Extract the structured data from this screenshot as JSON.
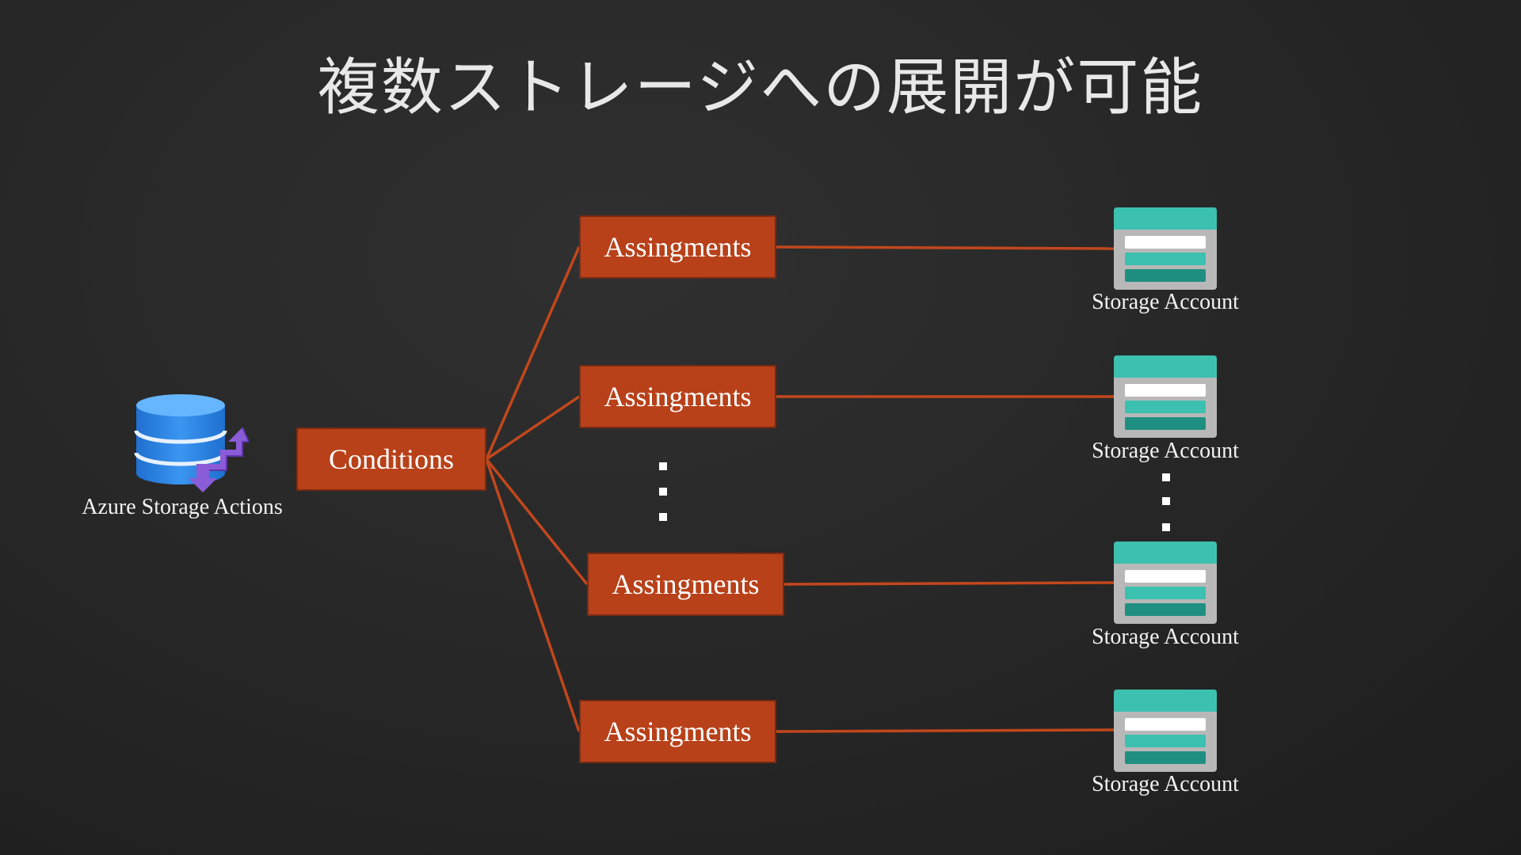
{
  "title": "複数ストレージへの展開が可能",
  "source": {
    "label": "Azure Storage Actions",
    "icon": "azure-storage-actions-icon"
  },
  "conditions": {
    "label": "Conditions"
  },
  "assignments": [
    {
      "label": "Assingments"
    },
    {
      "label": "Assingments"
    },
    {
      "label": "Assingments"
    },
    {
      "label": "Assingments"
    }
  ],
  "storage_accounts": [
    {
      "label": "Storage Account",
      "icon": "storage-account-icon"
    },
    {
      "label": "Storage Account",
      "icon": "storage-account-icon"
    },
    {
      "label": "Storage Account",
      "icon": "storage-account-icon"
    },
    {
      "label": "Storage Account",
      "icon": "storage-account-icon"
    }
  ],
  "colors": {
    "box_fill": "#b8411a",
    "connector": "#c2471c",
    "storage_accent": "#3cc0b0",
    "db_blue": "#2a85e0",
    "arrow_purple": "#8a5cd8"
  }
}
